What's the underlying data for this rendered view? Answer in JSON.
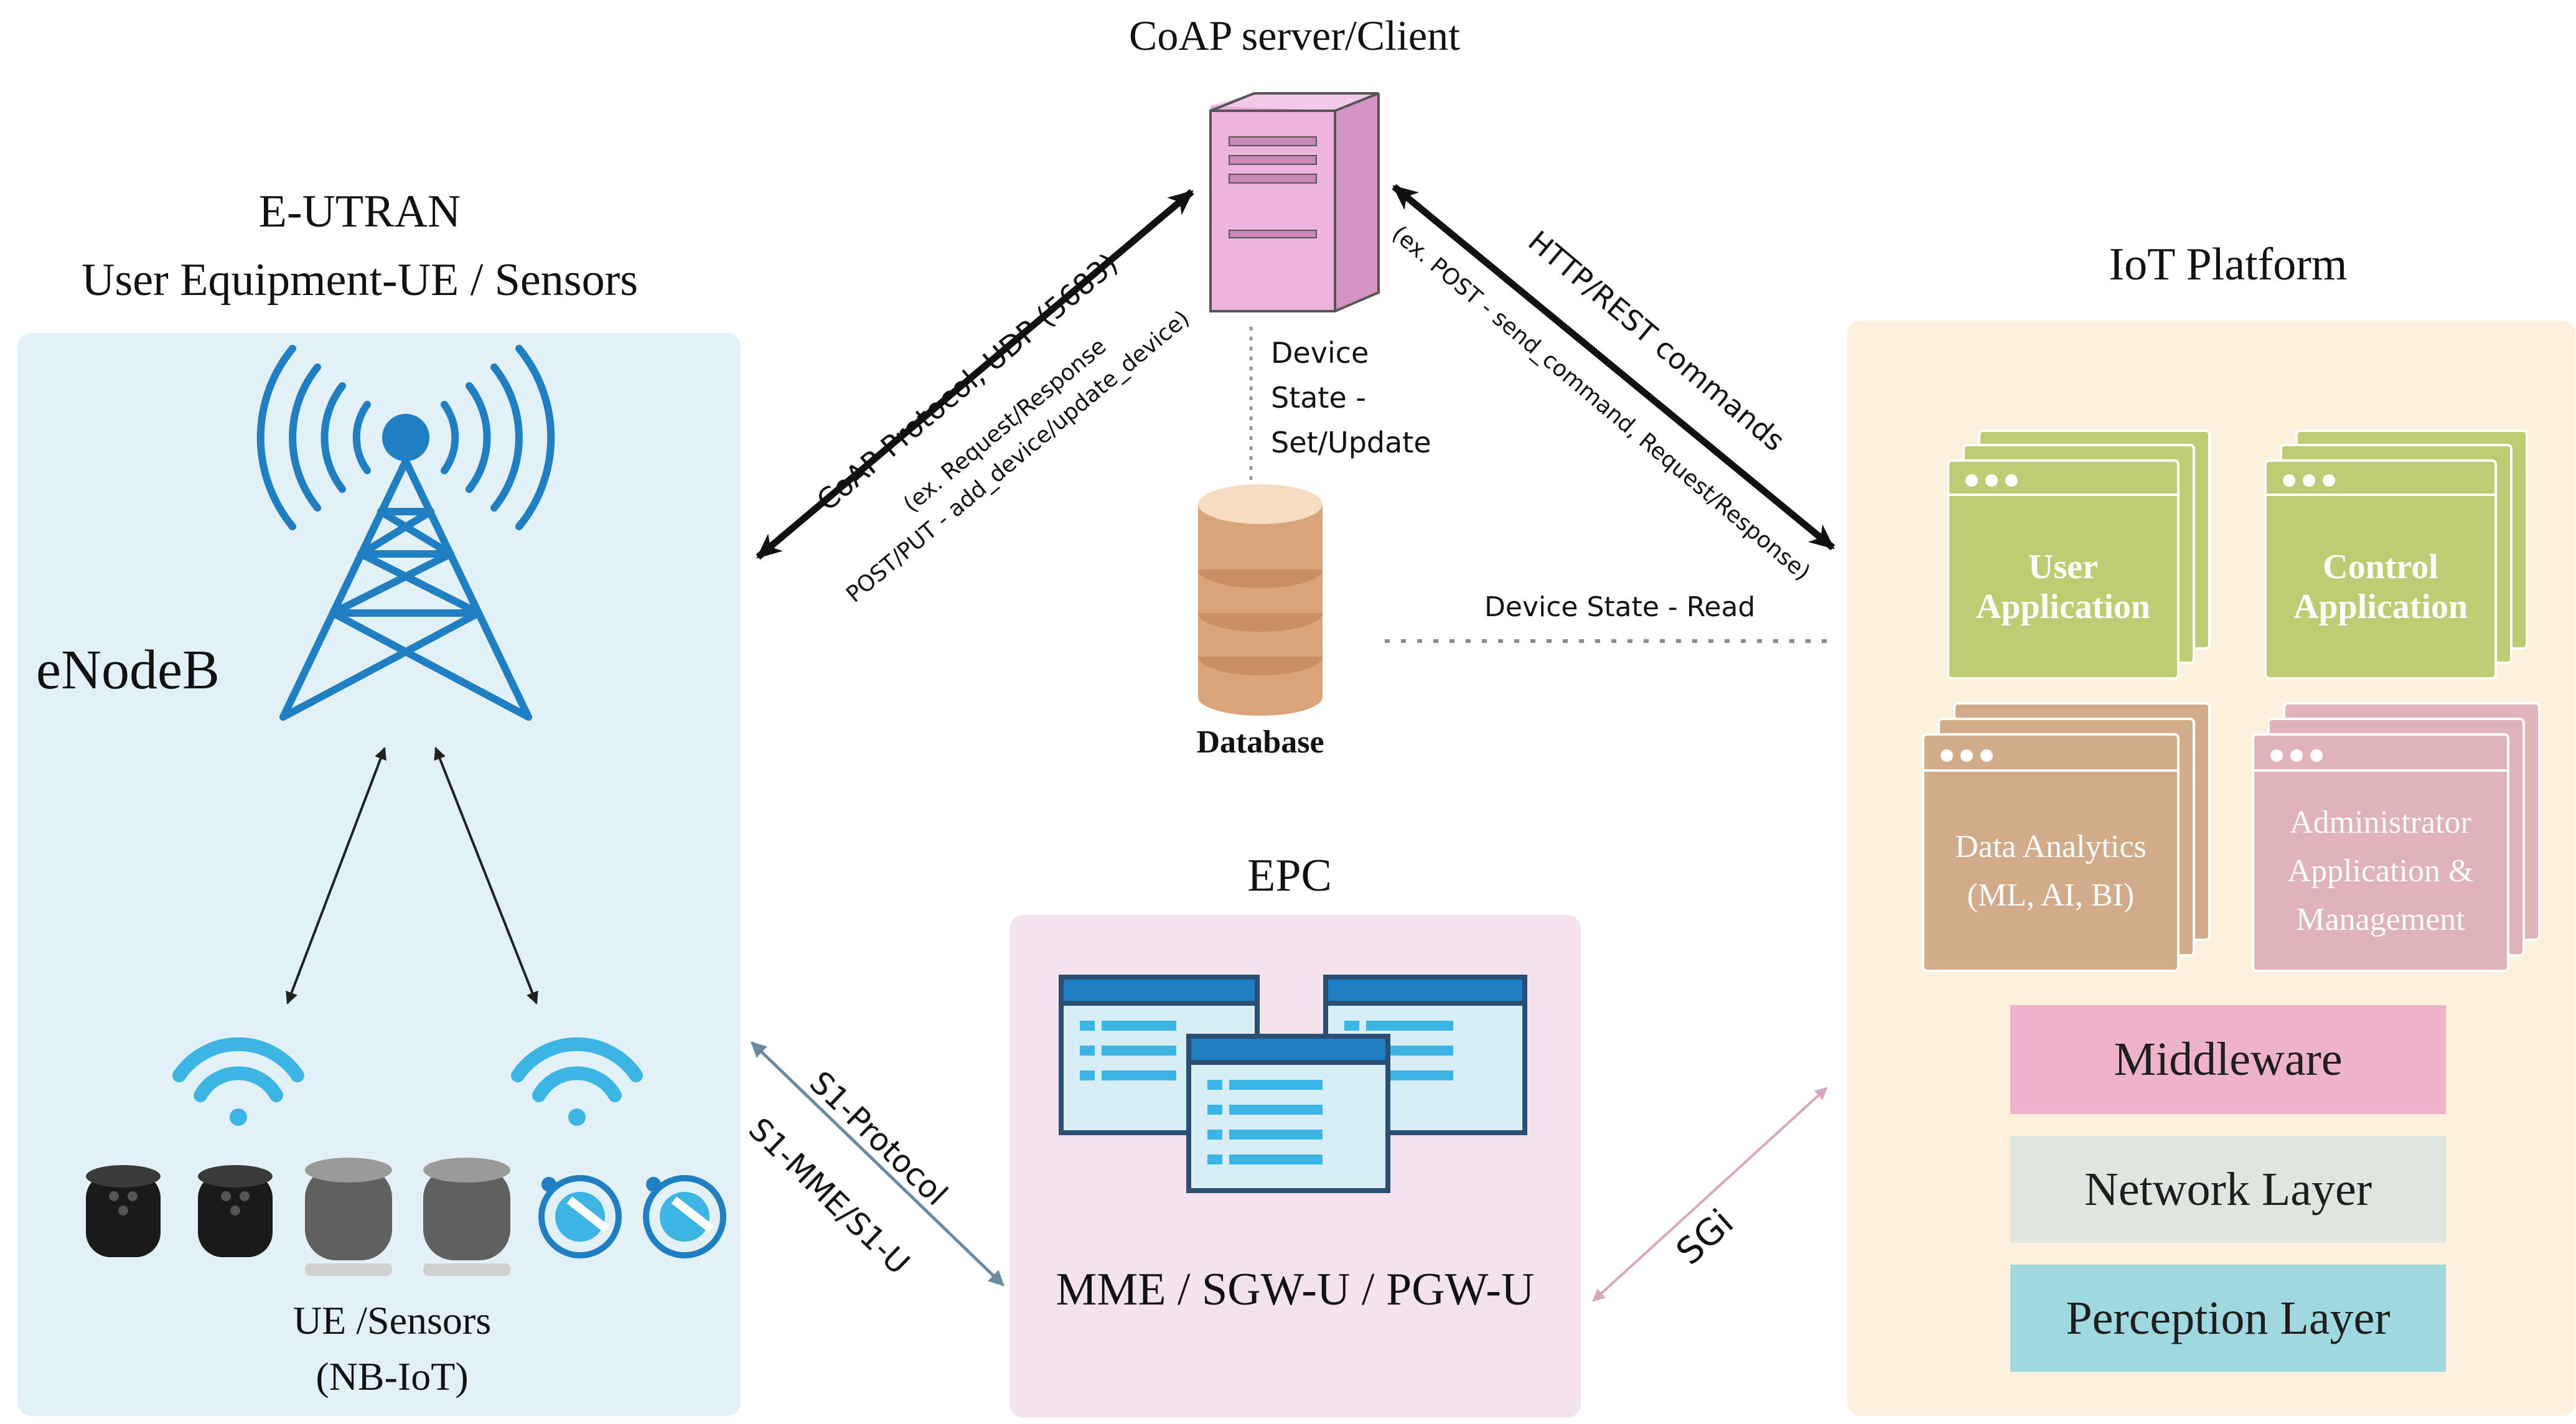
{
  "colors": {
    "eutran_panel": "#e2f0f8",
    "epc_panel": "#f5e2ef",
    "iot_panel": "#fdf1de",
    "blue": "#1f7fc2",
    "green_card": "#bfcc74",
    "brown_card": "#d2ab8a",
    "pink_card": "#e0b2b9",
    "middleware": "#eeb3cb",
    "network": "#dfe6e0",
    "perception": "#9fd8df"
  },
  "eutran": {
    "title": "E-UTRAN",
    "subtitle": "User Equipment-UE / Sensors",
    "enodeb": "eNodeB",
    "ue_line1": "UE /Sensors",
    "ue_line2": "(NB-IoT)"
  },
  "server": {
    "title": "CoAP server/Client",
    "device_state_1": "Device",
    "device_state_2": "State -",
    "device_state_3": "Set/Update",
    "database": "Database"
  },
  "links": {
    "coap_main": "CoAP Protocol, UDP (5683)",
    "coap_sub1": "(ex. Request/Response",
    "coap_sub2": "POST/PUT - add_device/update_device)",
    "http_main": "HTTP/REST commands",
    "http_sub": "(ex. POST - send_command, Request/Response)",
    "device_read": "Device State - Read",
    "s1_protocol": "S1-Protocol",
    "s1_mme": "S1-MME/S1-U",
    "sgi": "SGi"
  },
  "epc": {
    "title": "EPC",
    "label": "MME / SGW-U / PGW-U"
  },
  "iot": {
    "title": "IoT Platform",
    "user_app_1": "User",
    "user_app_2": "Application",
    "control_app_1": "Control",
    "control_app_2": "Application",
    "analytics_1": "Data Analytics",
    "analytics_2": "(ML, AI, BI)",
    "admin_1": "Administrator",
    "admin_2": "Application &",
    "admin_3": "Management",
    "middleware": "Middleware",
    "network": "Network Layer",
    "perception": "Perception Layer"
  }
}
